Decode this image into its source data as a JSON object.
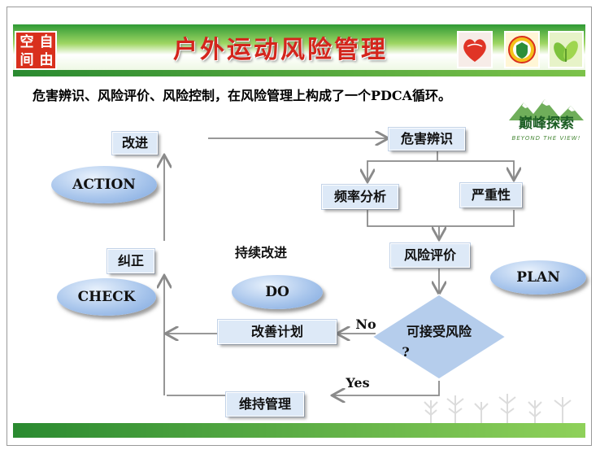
{
  "header": {
    "logo_chars": [
      "空",
      "自",
      "间",
      "由"
    ],
    "title": "户外运动风险管理"
  },
  "intro": "危害辨识、风险评价、风险控制，在风险管理上构成了一个PDCA循环。",
  "brand": {
    "name": "巅峰探索",
    "tagline": "BEYOND THE VIEW!"
  },
  "diagram": {
    "nodes": {
      "improve": "改进",
      "hazard_id": "危害辨识",
      "frequency": "频率分析",
      "severity": "严重性",
      "risk_eval": "风险评价",
      "acceptable": "可接受风险",
      "acceptable_q": "?",
      "improve_plan": "改善计划",
      "maintain": "维持管理",
      "correct": "纠正",
      "continuous": "持续改进"
    },
    "phases": {
      "action": "ACTION",
      "check": "CHECK",
      "do": "DO",
      "plan": "PLAN"
    },
    "branches": {
      "no": "No",
      "yes": "Yes"
    }
  },
  "colors": {
    "title_red": "#d4251c",
    "header_green": "#2f9a35",
    "box_fill": "#dde9f7",
    "ellipse_fill": "#a9c6ec",
    "diamond_fill": "#b5cdec",
    "connector": "#8a8a8a"
  }
}
